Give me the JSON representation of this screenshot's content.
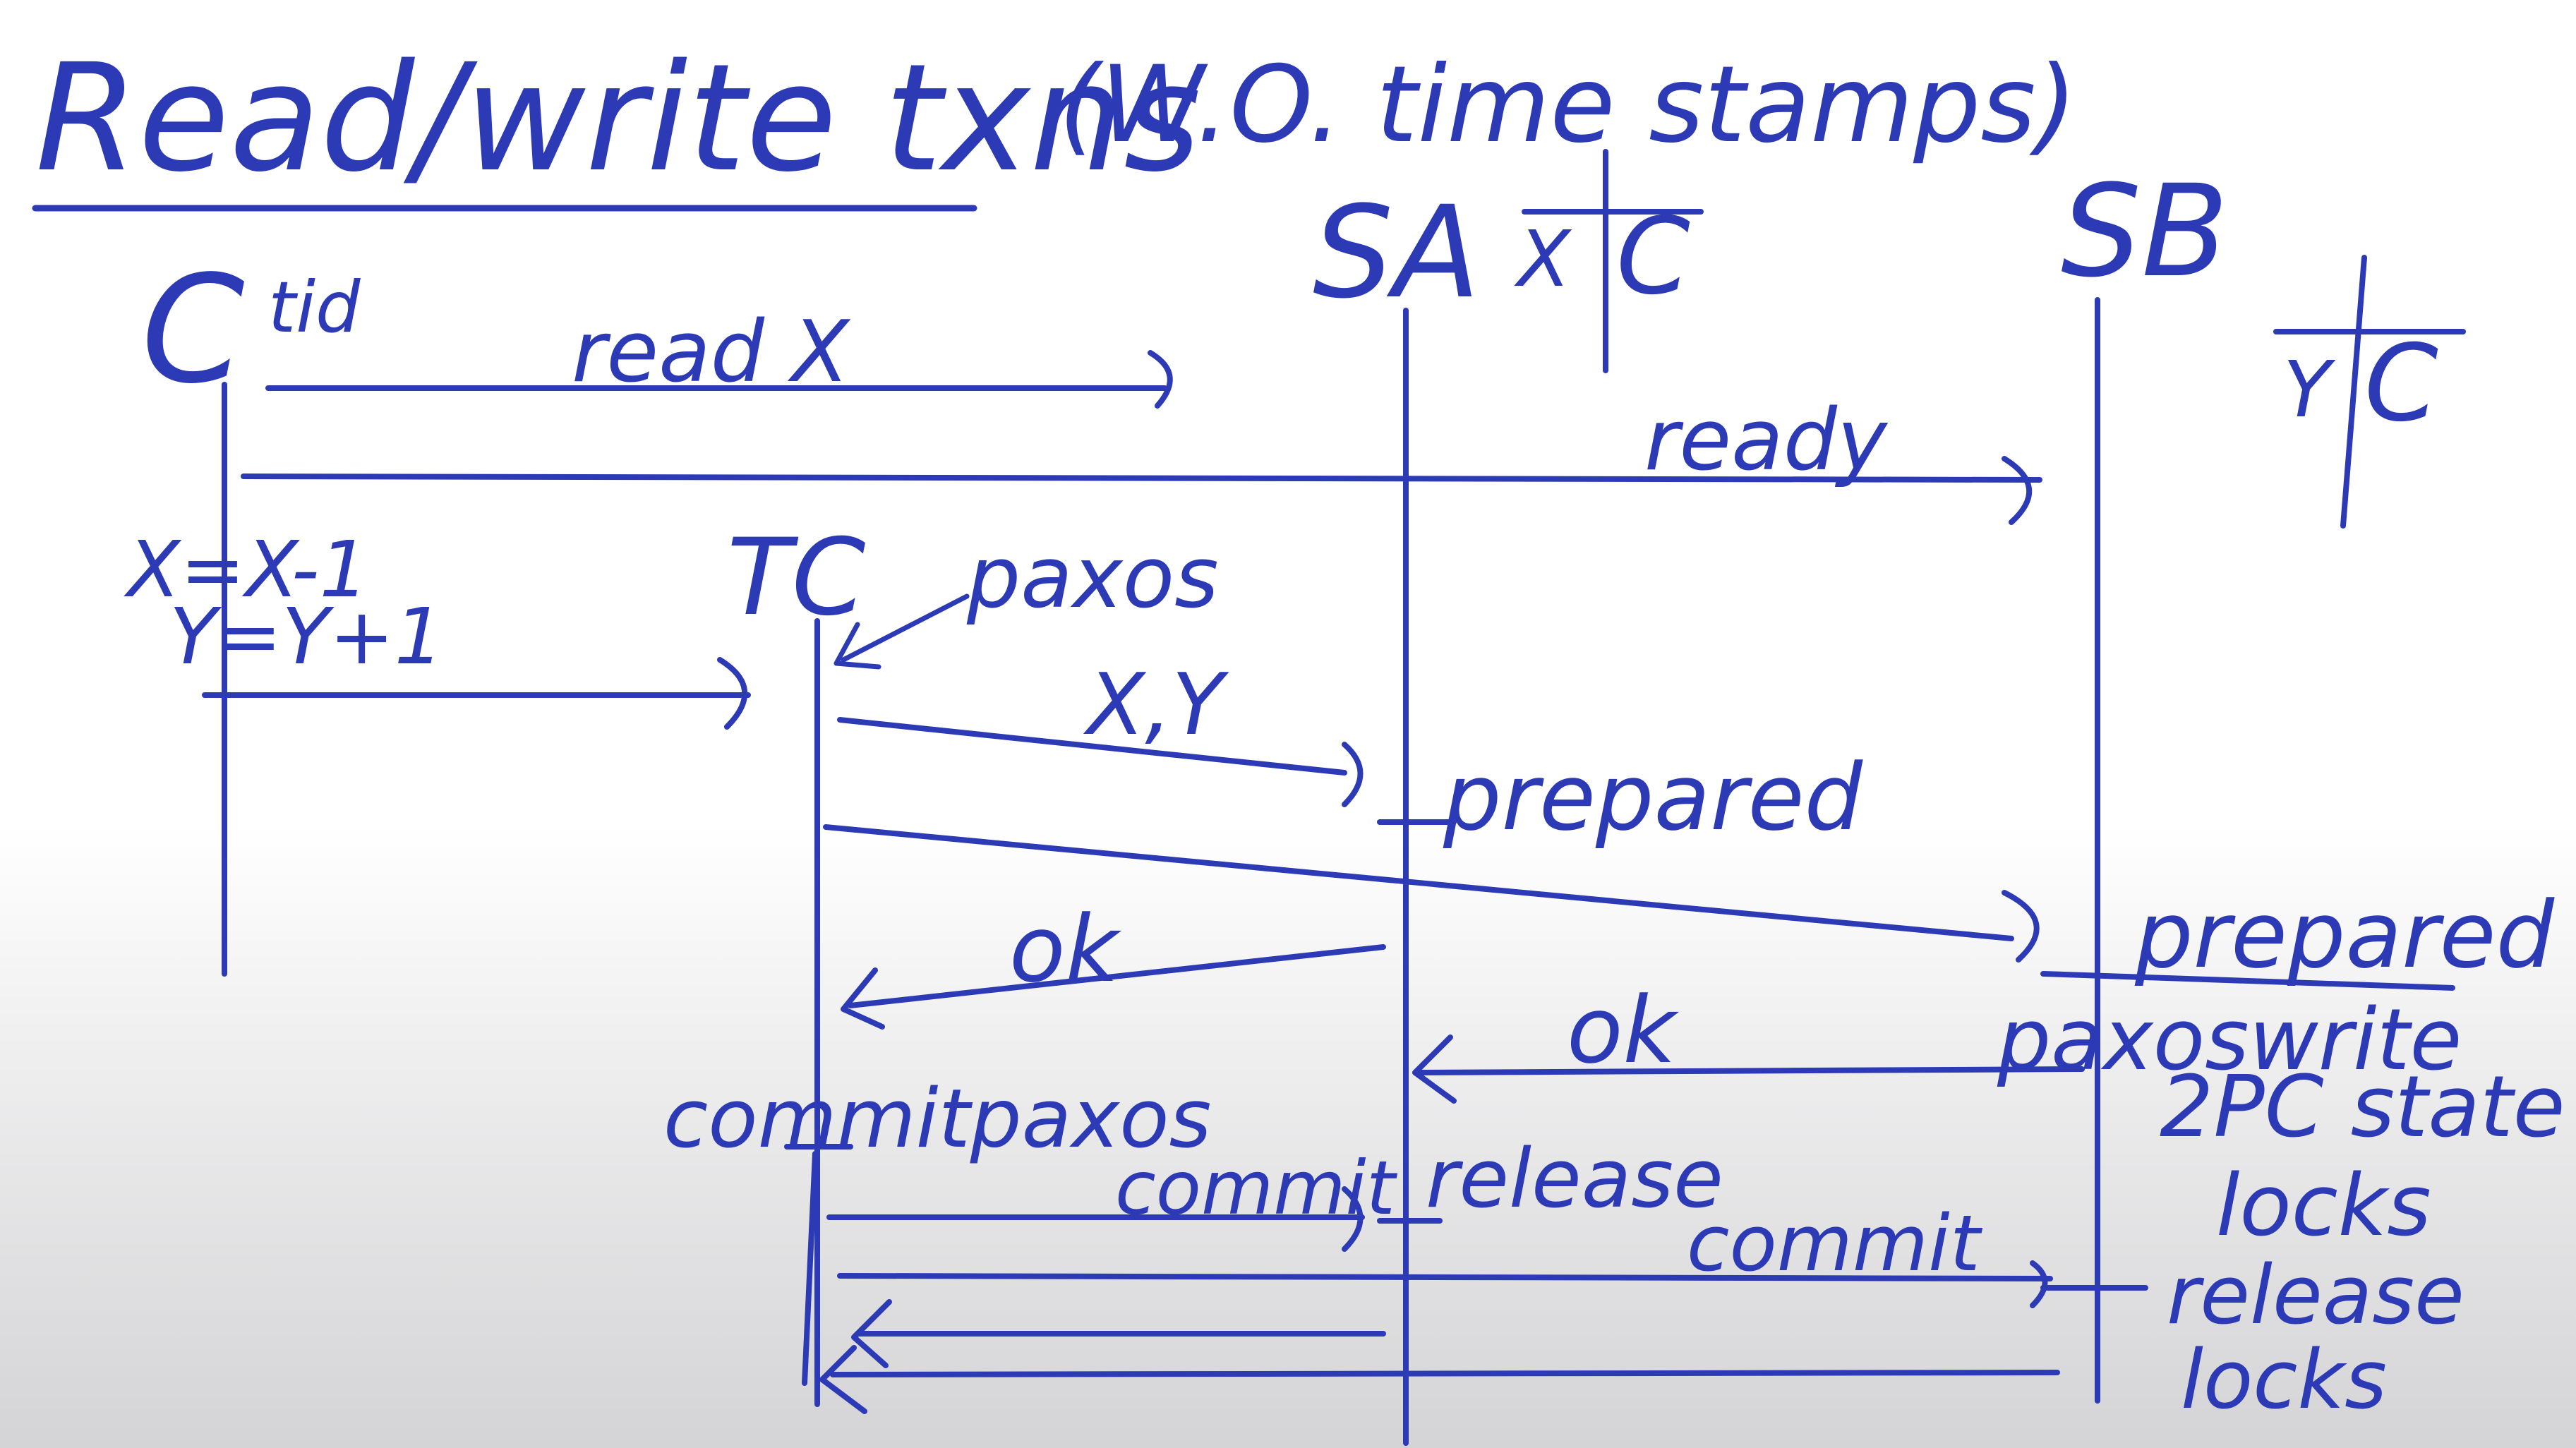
{
  "title": "Read/write txns",
  "subtitle": "(W.O. time stamps)",
  "participants": {
    "client": "C",
    "client_note": "tid",
    "server_a": "SA",
    "server_b": "SB",
    "tc": "TC"
  },
  "server_a_table": {
    "key": "X",
    "holder": "C"
  },
  "server_b_table": {
    "key": "Y",
    "holder": "C"
  },
  "client_ops": {
    "line1": "X=X-1",
    "line2": "Y=Y+1"
  },
  "messages": {
    "read_x": "read X",
    "read_y": "ready",
    "paxos_top": "paxos",
    "xy": "X,Y",
    "ok_a": "ok",
    "ok_b": "ok",
    "commit_paxos": "commitpaxos",
    "commit_a": "commit",
    "commit_b": "commit"
  },
  "annotations": {
    "prepared_a": "prepared",
    "prepared_b": "prepared",
    "paxos_write": "paxoswrite",
    "twopc_state": "2PC state",
    "locks": "locks",
    "release_a": "release",
    "release_b": "release",
    "release_locks": "locks"
  },
  "colors": {
    "ink": "#2d3ab5"
  }
}
